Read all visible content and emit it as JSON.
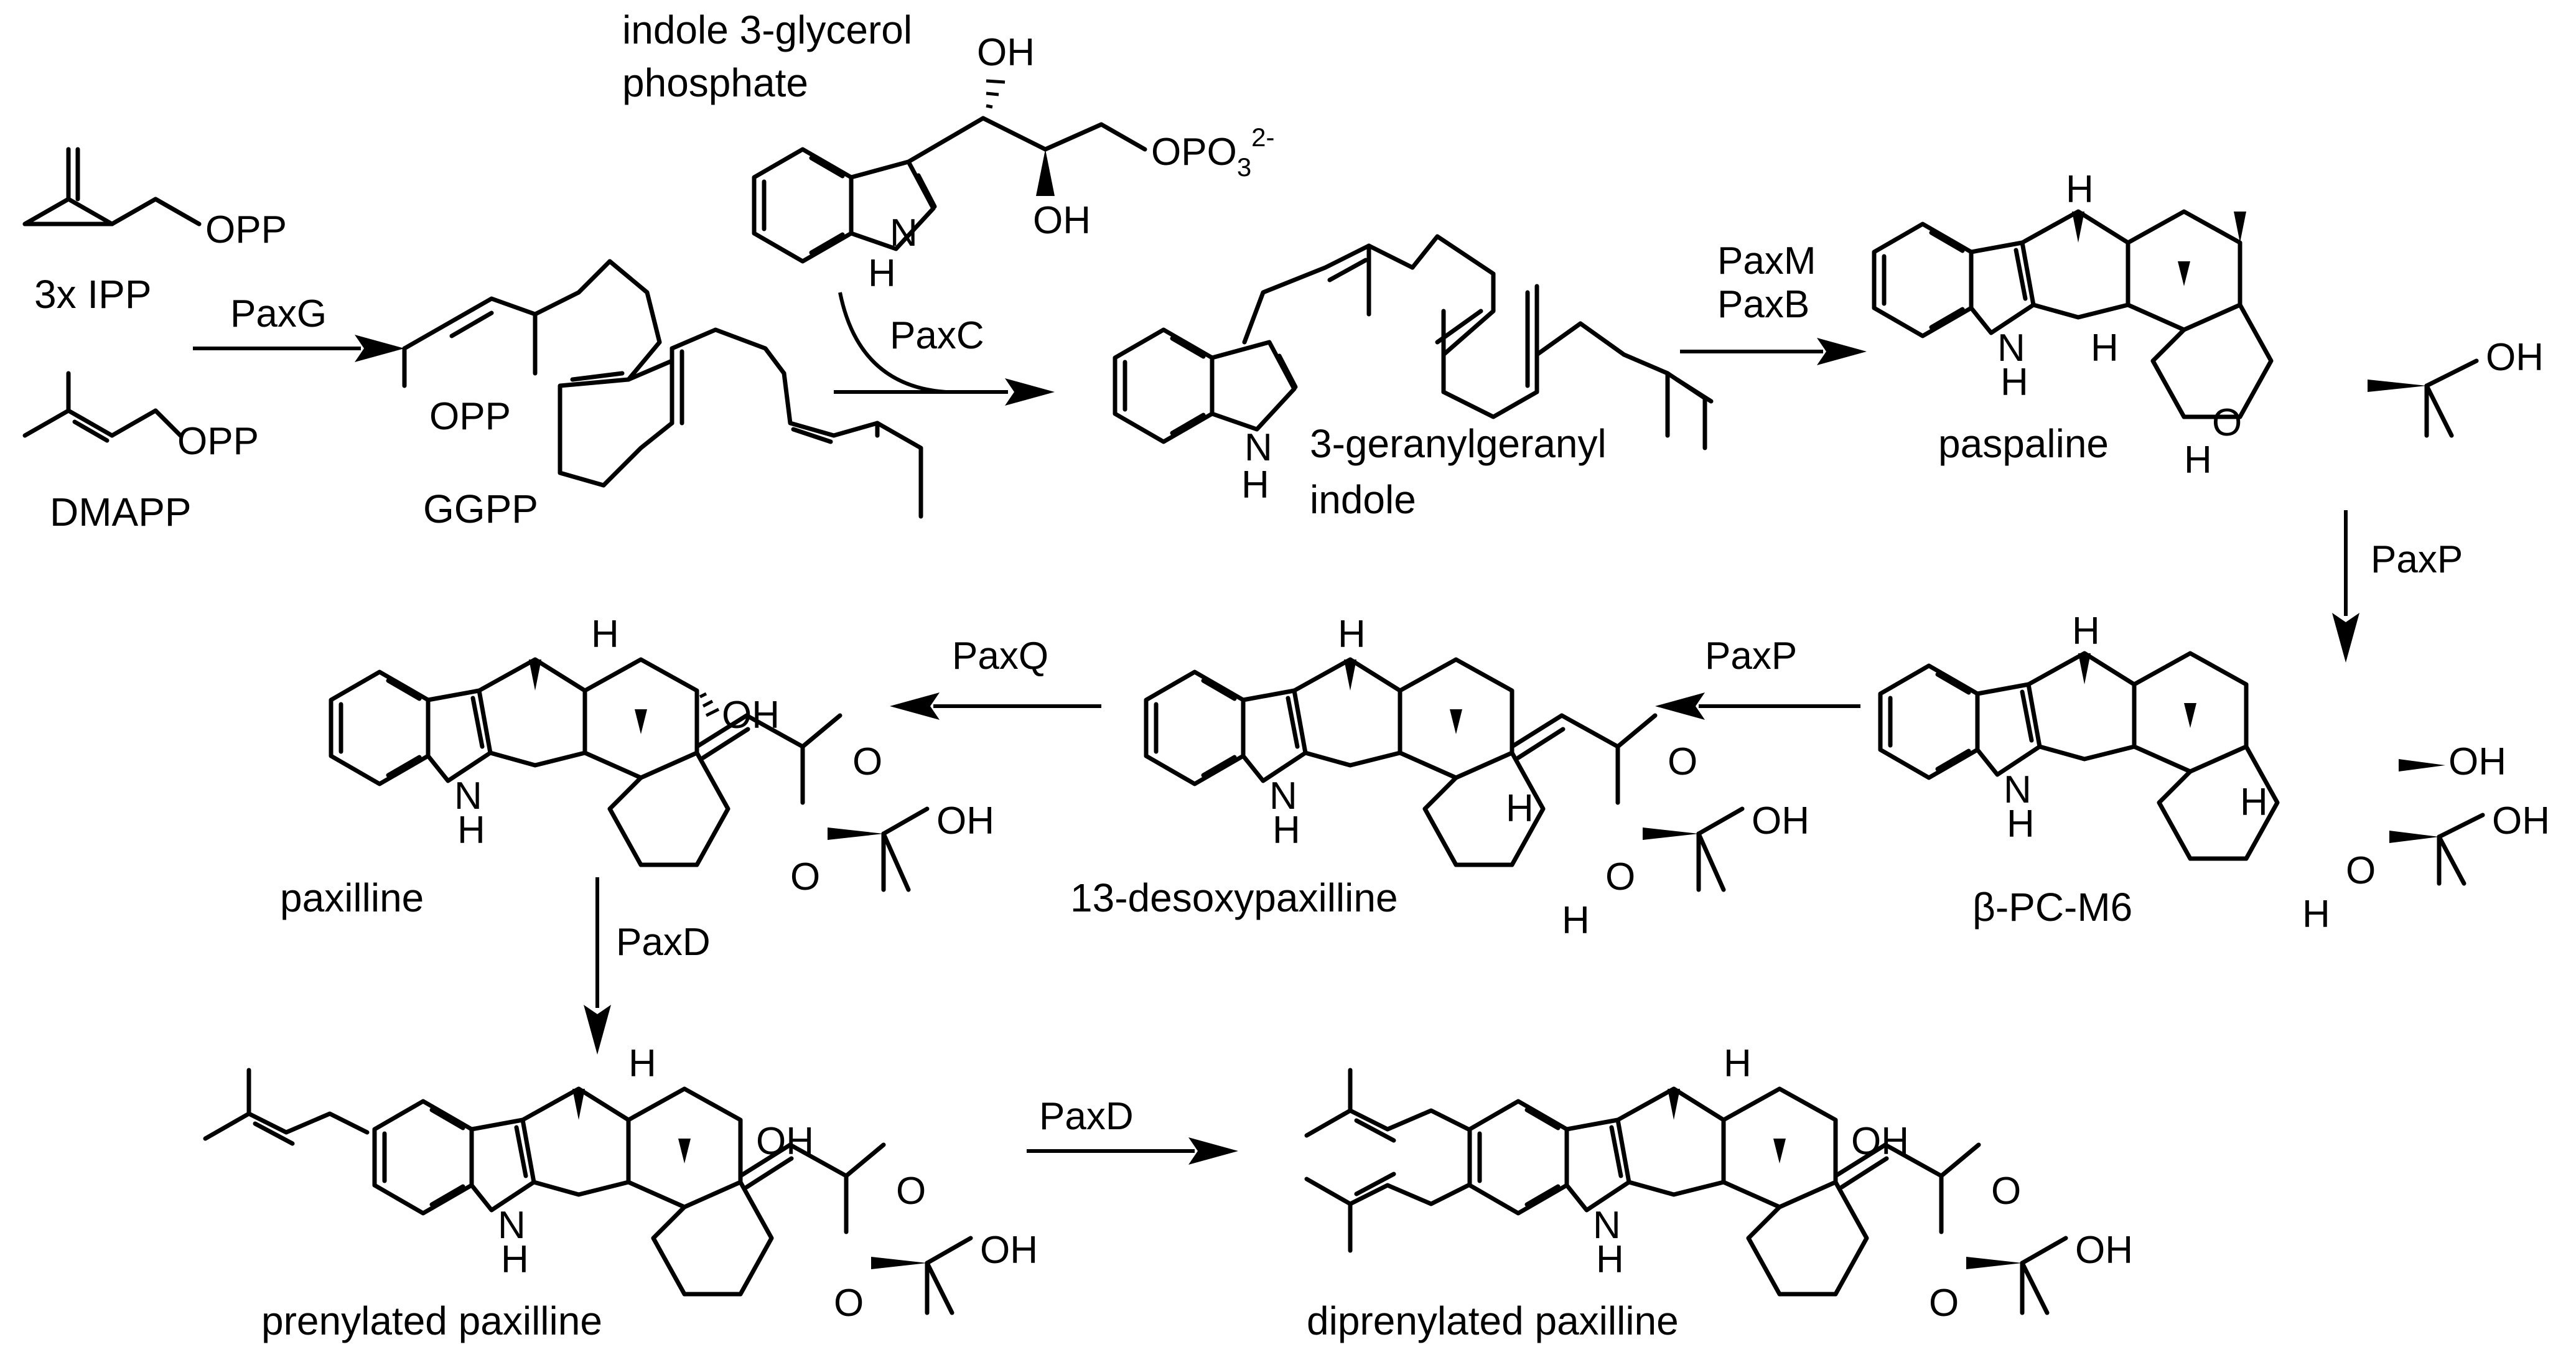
{
  "compounds": {
    "ipp": "3x IPP",
    "dmapp": "DMAPP",
    "ggpp": "GGPP",
    "igp": [
      "indole 3-glycerol",
      "phosphate"
    ],
    "ggi": [
      "3-geranylgeranyl",
      "indole"
    ],
    "paspaline": "paspaline",
    "bpcm6": "β-PC-M6",
    "desoxy": "13-desoxypaxilline",
    "paxilline": "paxilline",
    "prenyl": "prenylated paxilline",
    "diprenyl": "diprenylated paxilline"
  },
  "enzymes": {
    "paxG": "PaxG",
    "paxC": "PaxC",
    "paxM": "PaxM",
    "paxB": "PaxB",
    "paxP1": "PaxP",
    "paxP2": "PaxP",
    "paxQ": "PaxQ",
    "paxD1": "PaxD",
    "paxD2": "PaxD"
  },
  "atoms": {
    "opp": "OPP",
    "oh": "OH",
    "h": "H",
    "n": "N",
    "o": "O",
    "po3": "OPO",
    "po3_sub": "3",
    "po3_sup": "2-"
  }
}
